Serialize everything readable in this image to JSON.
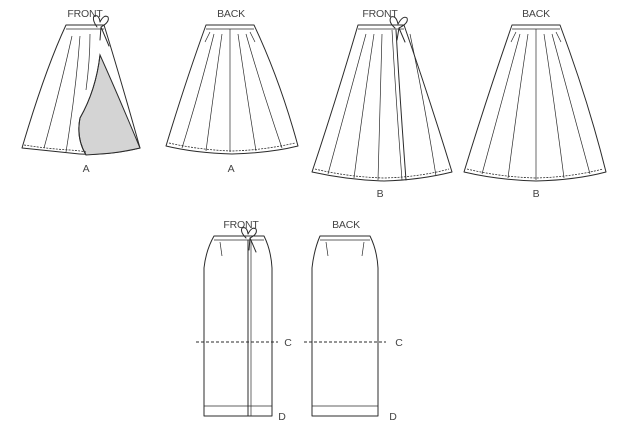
{
  "views": [
    {
      "view": "FRONT",
      "variation": "A"
    },
    {
      "view": "BACK",
      "variation": "A"
    },
    {
      "view": "FRONT",
      "variation": "B"
    },
    {
      "view": "BACK",
      "variation": "B"
    },
    {
      "view": "FRONT",
      "variation": "D",
      "length_marker": "C"
    },
    {
      "view": "BACK",
      "variation": "D",
      "length_marker": "C"
    }
  ],
  "colors": {
    "line": "#2b2b2b",
    "facing": "#d4d4d4",
    "label": "#444444"
  }
}
